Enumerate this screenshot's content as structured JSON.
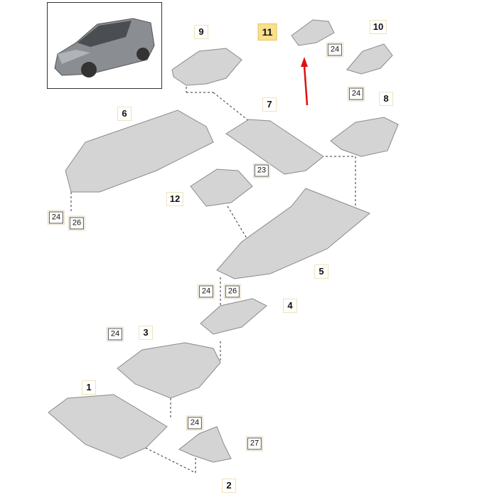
{
  "diagram": {
    "highlighted_part": "11",
    "colors": {
      "part_fill": "#d4d4d4",
      "part_edge": "#8a8a8a",
      "highlight": "#f9e08c",
      "arrow": "#e01010"
    },
    "part_labels": [
      {
        "id": "p9",
        "text": "9"
      },
      {
        "id": "p11",
        "text": "11"
      },
      {
        "id": "p10",
        "text": "10"
      },
      {
        "id": "p7",
        "text": "7"
      },
      {
        "id": "p8",
        "text": "8"
      },
      {
        "id": "p6",
        "text": "6"
      },
      {
        "id": "p12",
        "text": "12"
      },
      {
        "id": "p5",
        "text": "5"
      },
      {
        "id": "p4",
        "text": "4"
      },
      {
        "id": "p3",
        "text": "3"
      },
      {
        "id": "p1",
        "text": "1"
      },
      {
        "id": "p2",
        "text": "2"
      }
    ],
    "ref_labels": [
      {
        "text": "24"
      },
      {
        "text": "24"
      },
      {
        "text": "23"
      },
      {
        "text": "24"
      },
      {
        "text": "26"
      },
      {
        "text": "24"
      },
      {
        "text": "26"
      },
      {
        "text": "24"
      },
      {
        "text": "24"
      },
      {
        "text": "27"
      }
    ]
  }
}
